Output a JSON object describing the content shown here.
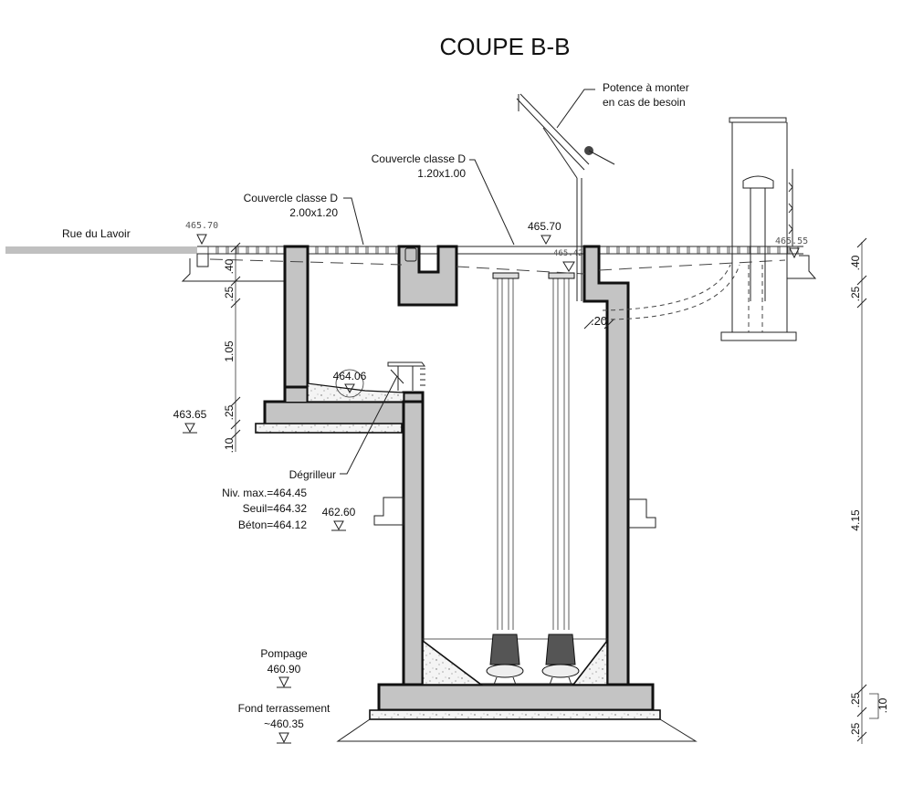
{
  "title": "COUPE B-B",
  "street": {
    "label": "Rue du Lavoir",
    "level": "465.70"
  },
  "covers": [
    {
      "label": "Couvercle classe D",
      "size": "2.00x1.20"
    },
    {
      "label": "Couvercle classe D",
      "size": "1.20x1.00"
    }
  ],
  "crane": {
    "line1": "Potence à monter",
    "line2": "en cas de besoin"
  },
  "levels": {
    "top_center": "465.70",
    "top_center_small": "465.42",
    "right_ground": "465.55",
    "chamber_floor": "464.06",
    "slab_left": "463.65",
    "outer_step": "462.60",
    "pumping": {
      "label": "Pompage",
      "value": "460.90"
    },
    "excavation": {
      "label": "Fond terrassement",
      "value": "~460.35"
    }
  },
  "degrilleur": {
    "label": "Dégrilleur",
    "max": "Niv. max.=464.45",
    "sill": "Seuil=464.32",
    "concrete": "Béton=464.12"
  },
  "dimensions": {
    "left": [
      ".40",
      ".25",
      "1.05",
      ".25",
      ".10"
    ],
    "right": [
      ".40",
      ".25",
      "4.15",
      ".25",
      ".25",
      ".10"
    ],
    "wall": ".20"
  }
}
